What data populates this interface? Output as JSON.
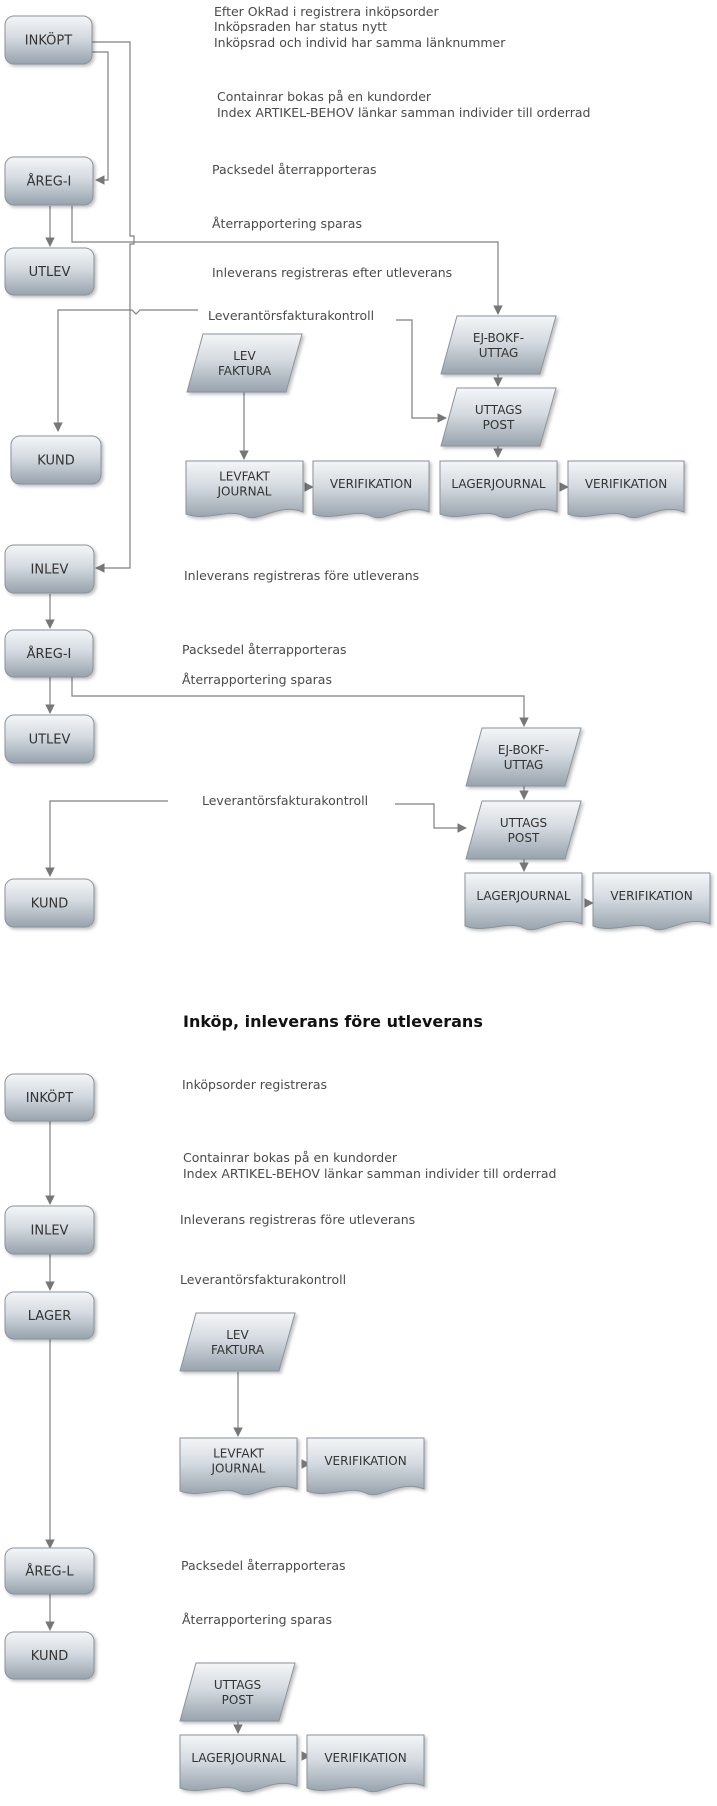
{
  "title": "Inköp, inleverans före utleverans",
  "labels": {
    "l1a": "Efter OkRad i registrera inköpsorder",
    "l1b": "Inköpsraden har status nytt",
    "l1c": "Inköpsrad och individ har samma länknummer",
    "l2a": "Containrar bokas på en kundorder",
    "l2b": "Index ARTIKEL-BEHOV länkar samman individer till orderrad",
    "l3": "Packsedel återrapporteras",
    "l4": "Återrapportering sparas",
    "l5": "Inleverans registreras efter utleverans",
    "l6": "Leverantörsfakturakontroll",
    "l7": "Inleverans registreras före utleverans",
    "l8": "Packsedel återrapporteras",
    "l9": "Återrapportering sparas",
    "l10": "Leverantörsfakturakontroll",
    "l11": "Inköpsorder registreras",
    "l12a": "Containrar bokas på en kundorder",
    "l12b": "Index ARTIKEL-BEHOV länkar samman individer till orderrad",
    "l13": "Inleverans registreras före utleverans",
    "l14": "Leverantörsfakturakontroll",
    "l15": "Packsedel återrapporteras",
    "l16": "Återrapportering sparas"
  },
  "nodes": {
    "inkopt1": "INKÖPT",
    "areg1": "ÅREG-I",
    "utlev1": "UTLEV",
    "kund1": "KUND",
    "inlev1": "INLEV",
    "areg2": "ÅREG-I",
    "utlev2": "UTLEV",
    "kund2": "KUND",
    "inkopt2": "INKÖPT",
    "inlev2": "INLEV",
    "lager": "LAGER",
    "aregl": "ÅREG-L",
    "kund3": "KUND"
  },
  "parallelograms": {
    "levfaktura1": [
      "LEV",
      "FAKTURA"
    ],
    "ejbokf1": [
      "EJ-BOKF-",
      "UTTAG"
    ],
    "uttags1": [
      "UTTAGS",
      "POST"
    ],
    "ejbokf2": [
      "EJ-BOKF-",
      "UTTAG"
    ],
    "uttags2": [
      "UTTAGS",
      "POST"
    ],
    "levfaktura2": [
      "LEV",
      "FAKTURA"
    ],
    "uttags3": [
      "UTTAGS",
      "POST"
    ]
  },
  "documents": {
    "levfakt1": [
      "LEVFAKT",
      "JOURNAL"
    ],
    "verif1": [
      "VERIFIKATION"
    ],
    "lagerj1": [
      "LAGERJOURNAL"
    ],
    "verif2": [
      "VERIFIKATION"
    ],
    "lagerj2": [
      "LAGERJOURNAL"
    ],
    "verif3": [
      "VERIFIKATION"
    ],
    "levfakt2": [
      "LEVFAKT",
      "JOURNAL"
    ],
    "verif4": [
      "VERIFIKATION"
    ],
    "lagerj3": [
      "LAGERJOURNAL"
    ],
    "verif5": [
      "VERIFIKATION"
    ]
  },
  "colors": {
    "shape_top": "#f4f6f8",
    "shape_bottom": "#98a3ad",
    "stroke": "#8a939b",
    "line": "#808080"
  }
}
